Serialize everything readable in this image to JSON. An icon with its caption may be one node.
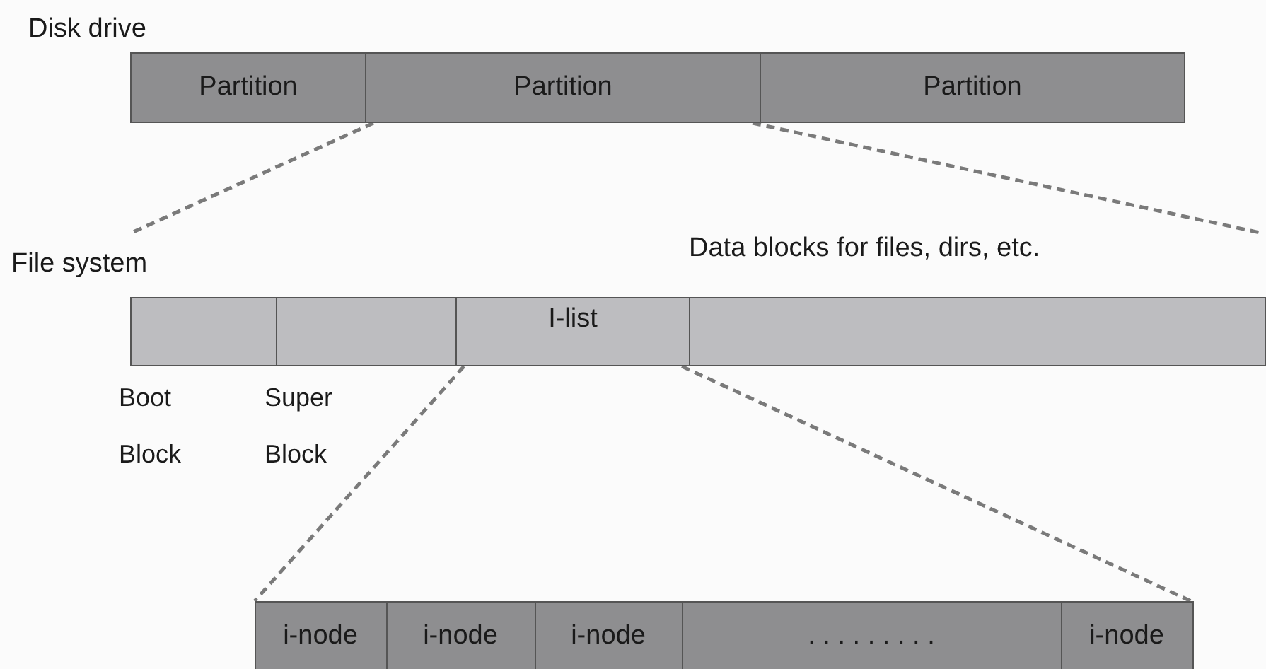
{
  "diagram": {
    "nodes": [
      {
        "text": [
          "Disk drive"
        ]
      },
      {
        "text": [
          "Partition"
        ],
        "in": 0
      },
      {
        "text": [
          "Partition"
        ],
        "in": 0
      },
      {
        "text": [
          "Partition"
        ],
        "in": 0
      },
      {
        "text": [
          "File system"
        ]
      },
      {
        "text": [
          "Boot Block"
        ],
        "in": 4
      },
      {
        "text": [
          "Super Block"
        ],
        "in": 4
      },
      {
        "text": [
          "I-list"
        ],
        "in": 4
      },
      {
        "text": [
          "Data blocks for files, dirs, etc."
        ],
        "in": 4
      },
      {
        "text": [],
        "shape": "bar"
      },
      {
        "text": [
          "i-node"
        ],
        "in": 9
      },
      {
        "text": [
          "i-node"
        ],
        "in": 9
      },
      {
        "text": [
          "i-node"
        ],
        "in": 9
      },
      {
        "text": [
          ". . . . . . . . ."
        ],
        "in": 9
      },
      {
        "text": [
          "i-node"
        ],
        "in": 9
      }
    ],
    "edges": [
      {
        "from": 2,
        "to": 4,
        "arrow": "none",
        "style": "dashed"
      },
      {
        "from": 2,
        "to": 4,
        "arrow": "none",
        "style": "dashed"
      },
      {
        "from": 7,
        "to": 9,
        "arrow": "none",
        "style": "dashed"
      },
      {
        "from": 7,
        "to": 9,
        "arrow": "none",
        "style": "dashed"
      }
    ]
  }
}
